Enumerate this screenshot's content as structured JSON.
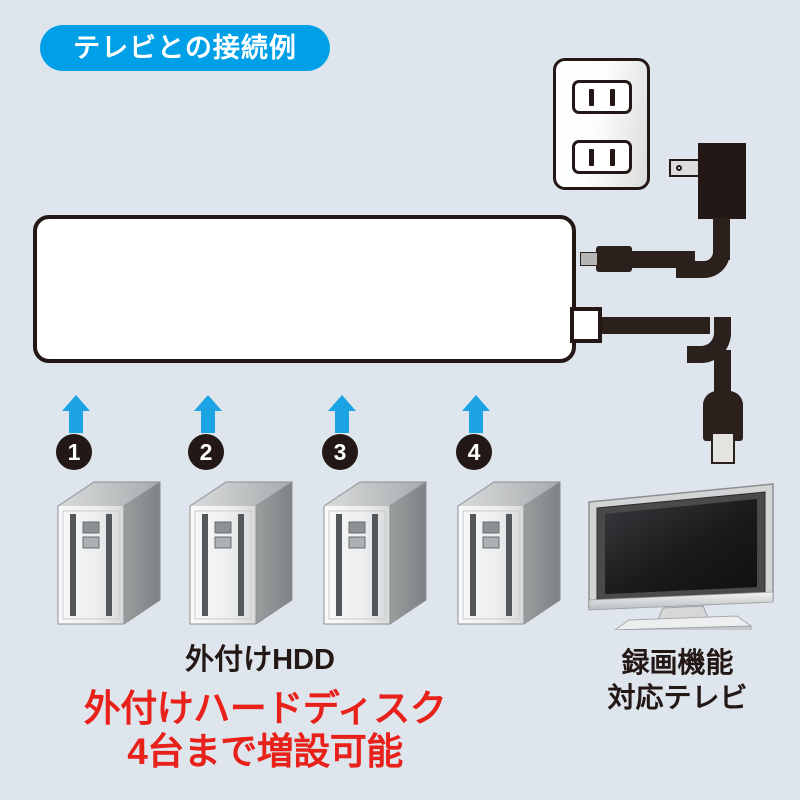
{
  "badge": {
    "label": "テレビとの接続例"
  },
  "devices": {
    "hub": {
      "name": "hub-device",
      "port_label": ""
    },
    "outlet": {
      "name": "wall-outlet",
      "socket_count": 2
    },
    "adapter": {
      "name": "ac-adapter"
    },
    "tv": {
      "name": "television"
    }
  },
  "ports": [
    {
      "number": "1"
    },
    {
      "number": "2"
    },
    {
      "number": "3"
    },
    {
      "number": "4"
    }
  ],
  "captions": {
    "hdd_label": "外付けHDD",
    "tv_label_line1": "録画機能",
    "tv_label_line2": "対応テレビ"
  },
  "headline": {
    "line1": "外付けハードディスク",
    "line2": "4台まで増設可能"
  },
  "colors": {
    "background": "#dee5ec",
    "badge_blue": "#00a0e9",
    "arrow_blue": "#1ba3e3",
    "headline_red": "#e8211a",
    "ink": "#231815",
    "cable": "#2b201c"
  }
}
